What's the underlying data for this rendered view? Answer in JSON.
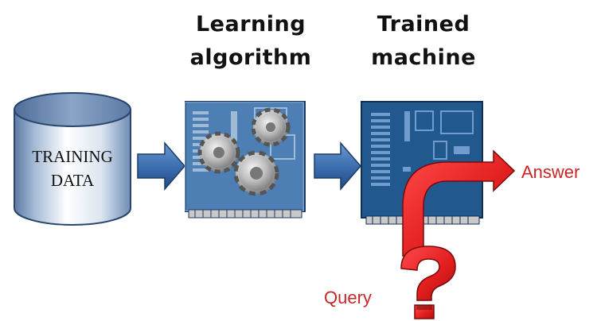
{
  "headings": {
    "learning_algorithm": "Learning\nalgorithm",
    "trained_machine": "Trained\nmachine"
  },
  "database": {
    "label": "TRAINING\nDATA",
    "icon": "database-cylinder-icon"
  },
  "flow": {
    "answer_label": "Answer",
    "query_label": "Query"
  },
  "icons": {
    "learning_board": "circuit-board-with-gears-icon",
    "trained_board": "circuit-board-icon",
    "query": "question-mark-icon"
  },
  "colors": {
    "arrow_blue": "#3d6fb2",
    "board_blue": "#21588d",
    "database_blue": "#7d99bc",
    "answer_red": "#e11d1d",
    "label_red": "#c62828"
  }
}
